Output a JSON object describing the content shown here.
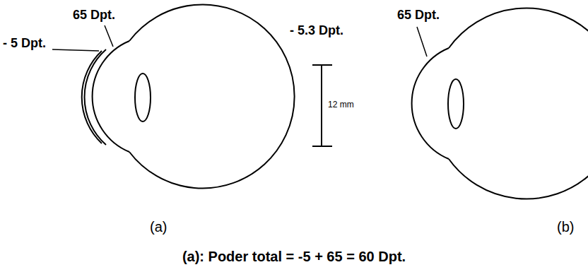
{
  "diagram": {
    "caption": "(a): Poder total = -5 + 65 = 60 Dpt.",
    "labels": [
      "65 Dpt.",
      "- 5 Dpt.",
      "65 Dpt.",
      "- 5.3 Dpt.",
      "12 mm",
      "(a)",
      "(b)"
    ]
  }
}
